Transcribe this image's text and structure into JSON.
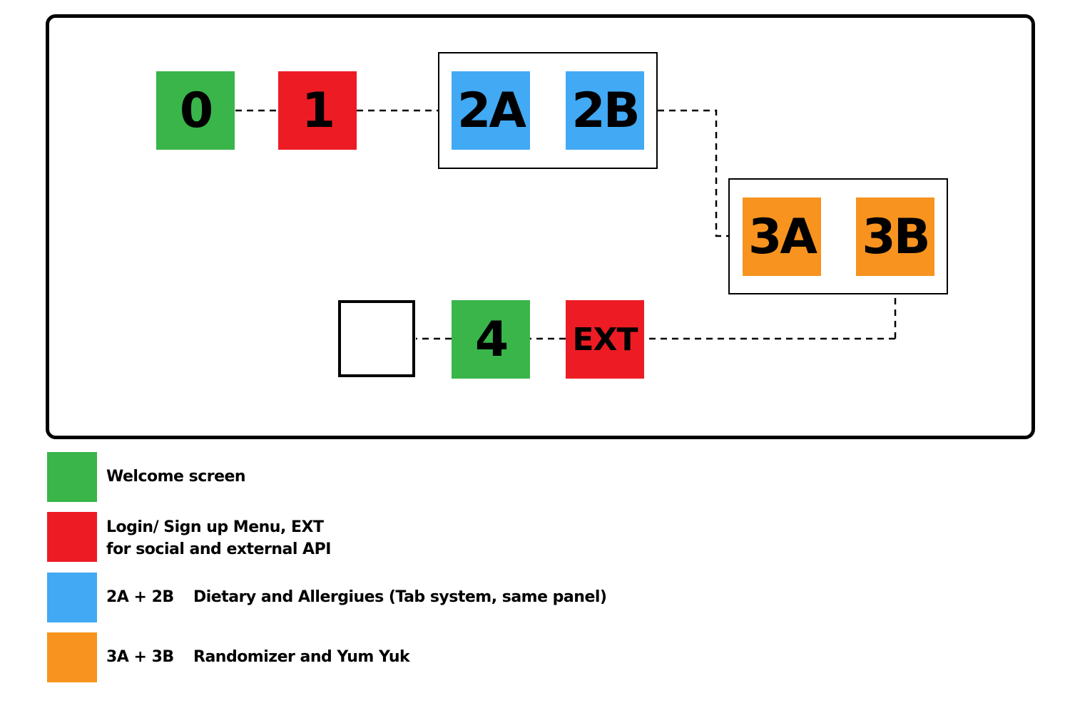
{
  "colors": {
    "green": "#39b54a",
    "red": "#ed1c24",
    "blue": "#42a9f4",
    "orange": "#f7931e",
    "frame": "#000000"
  },
  "nodes": {
    "n0": "0",
    "n1": "1",
    "n2a": "2A",
    "n2b": "2B",
    "n3a": "3A",
    "n3b": "3B",
    "n4": "4",
    "ext": "EXT"
  },
  "legend": {
    "green": {
      "label": "Welcome screen"
    },
    "red": {
      "line1": "Login/ Sign up Menu, EXT",
      "line2": "for social and external API"
    },
    "blue": {
      "code": "2A + 2B",
      "description": "Dietary and Allergiues (Tab system, same panel)"
    },
    "orange": {
      "code": "3A + 3B",
      "description": "Randomizer and Yum Yuk"
    }
  }
}
